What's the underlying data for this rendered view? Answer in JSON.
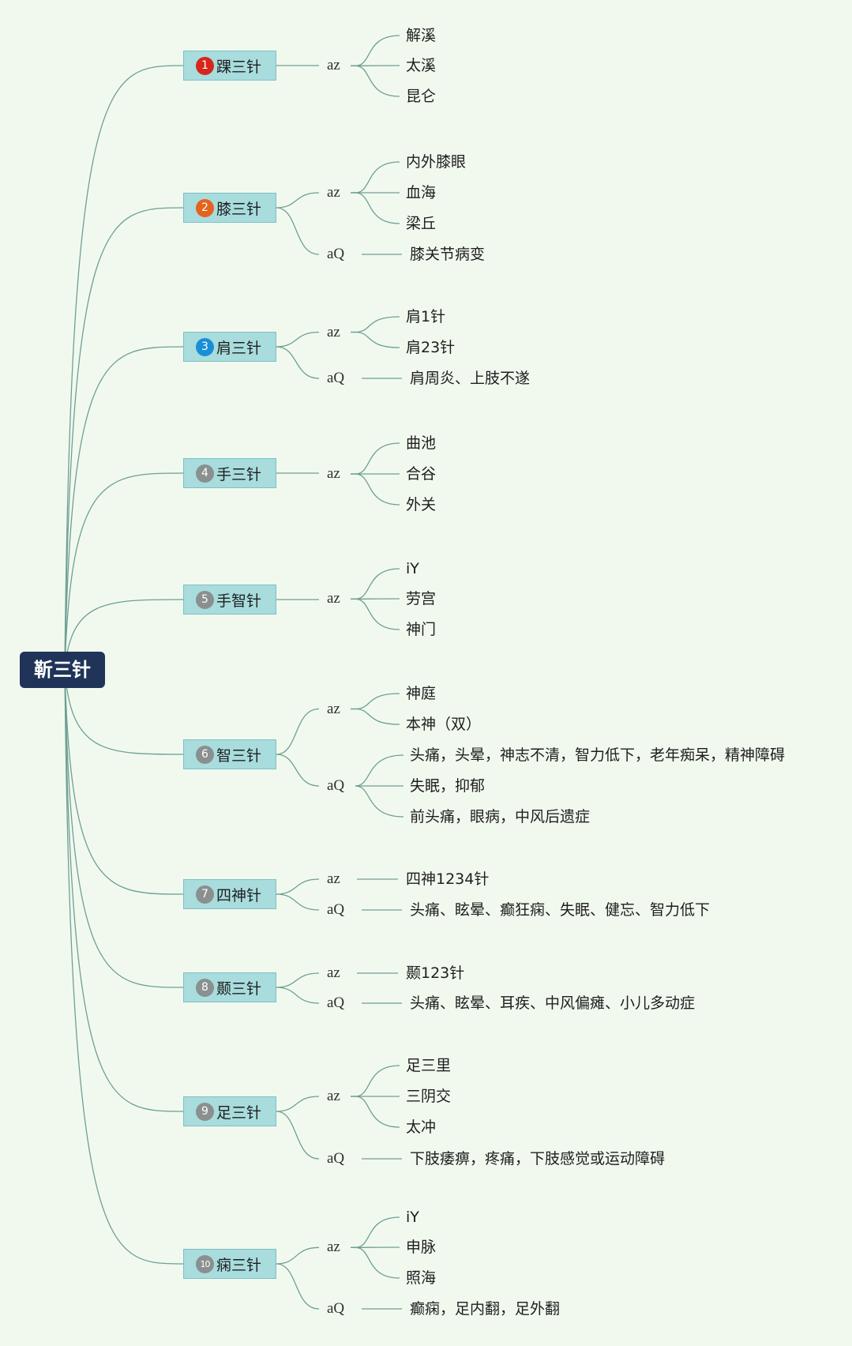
{
  "root": "靳三针",
  "colors": {
    "background": "#f1f9ef",
    "root": "#203459",
    "branch_fill": "#a8dcdd",
    "branch_border": "#7fc0c4",
    "edge": "#6f9f93",
    "badge_red": "#d7261c",
    "badge_orange": "#e5631e",
    "badge_blue": "#1a8fd6",
    "badge_gray": "#8a8f8f"
  },
  "branches": [
    {
      "num": "1",
      "label": "踝三针",
      "badge_color": "#d7261c",
      "groups": [
        {
          "tag": "az",
          "items": [
            "解溪",
            "太溪",
            "昆仑"
          ]
        }
      ]
    },
    {
      "num": "2",
      "label": "膝三针",
      "badge_color": "#e5631e",
      "groups": [
        {
          "tag": "az",
          "items": [
            "内外膝眼",
            "血海",
            "梁丘"
          ]
        },
        {
          "tag": "aQ",
          "items": [
            "膝关节病变"
          ]
        }
      ]
    },
    {
      "num": "3",
      "label": "肩三针",
      "badge_color": "#1a8fd6",
      "groups": [
        {
          "tag": "az",
          "items": [
            "肩1针",
            "肩23针"
          ]
        },
        {
          "tag": "aQ",
          "items": [
            "肩周炎、上肢不遂"
          ]
        }
      ]
    },
    {
      "num": "4",
      "label": "手三针",
      "badge_color": "#8a8f8f",
      "groups": [
        {
          "tag": "az",
          "items": [
            "曲池",
            "合谷",
            "外关"
          ]
        }
      ]
    },
    {
      "num": "5",
      "label": "手智针",
      "badge_color": "#8a8f8f",
      "groups": [
        {
          "tag": "az",
          "items": [
            "iY",
            "劳宫",
            "神门"
          ]
        }
      ]
    },
    {
      "num": "6",
      "label": "智三针",
      "badge_color": "#8a8f8f",
      "groups": [
        {
          "tag": "az",
          "items": [
            "神庭",
            "本神（双）"
          ]
        },
        {
          "tag": "aQ",
          "items": [
            "头痛，头晕，神志不清，智力低下，老年痴呆，精神障碍",
            "失眠，抑郁",
            "前头痛，眼病，中风后遗症"
          ]
        }
      ]
    },
    {
      "num": "7",
      "label": "四神针",
      "badge_color": "#8a8f8f",
      "groups": [
        {
          "tag": "az",
          "items": [
            "四神1234针"
          ]
        },
        {
          "tag": "aQ",
          "items": [
            "头痛、眩晕、癫狂痫、失眠、健忘、智力低下"
          ]
        }
      ]
    },
    {
      "num": "8",
      "label": "颞三针",
      "badge_color": "#8a8f8f",
      "groups": [
        {
          "tag": "az",
          "items": [
            "颞123针"
          ]
        },
        {
          "tag": "aQ",
          "items": [
            "头痛、眩晕、耳疾、中风偏瘫、小儿多动症"
          ]
        }
      ]
    },
    {
      "num": "9",
      "label": "足三针",
      "badge_color": "#8a8f8f",
      "groups": [
        {
          "tag": "az",
          "items": [
            "足三里",
            "三阴交",
            "太冲"
          ]
        },
        {
          "tag": "aQ",
          "items": [
            "下肢痿痹，疼痛，下肢感觉或运动障碍"
          ]
        }
      ]
    },
    {
      "num": "10",
      "label": "痫三针",
      "badge_color": "#8a8f8f",
      "groups": [
        {
          "tag": "az",
          "items": [
            "iY",
            "申脉",
            "照海"
          ]
        },
        {
          "tag": "aQ",
          "items": [
            "癫痫，足内翻，足外翻"
          ]
        }
      ]
    }
  ]
}
